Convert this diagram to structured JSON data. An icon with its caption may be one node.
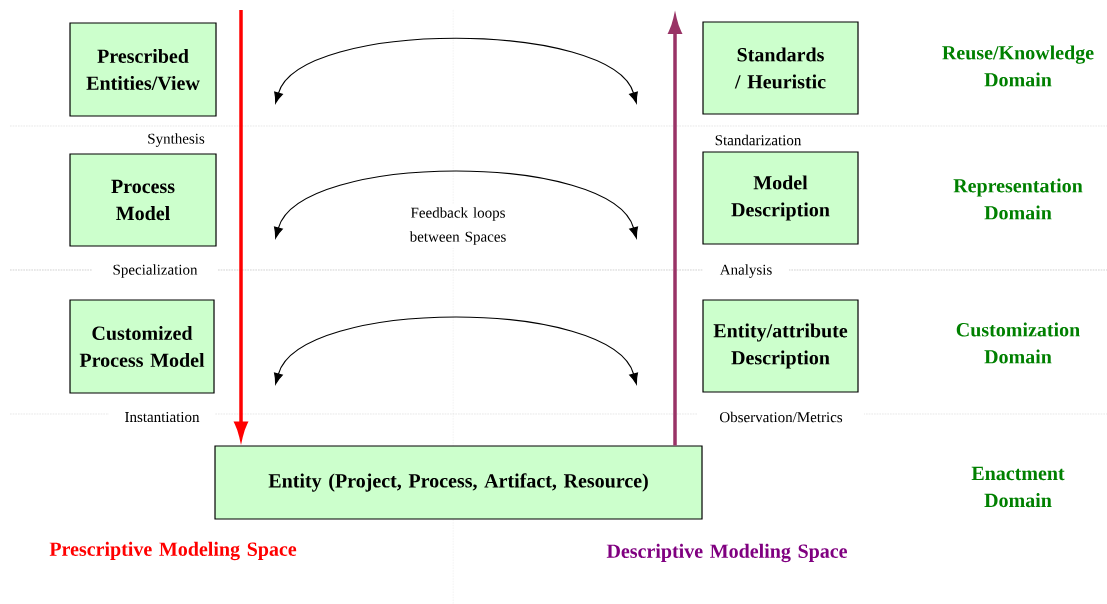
{
  "diagram": {
    "nodes": [
      {
        "text": [
          "Prescribed Entities/View"
        ]
      },
      {
        "text": [
          "Standards / Heuristic"
        ]
      },
      {
        "text": [
          "Process Model"
        ]
      },
      {
        "text": [
          "Model Description"
        ]
      },
      {
        "text": [
          "Customized Process Model"
        ]
      },
      {
        "text": [
          "Entity/attribute Description"
        ]
      },
      {
        "text": [
          "Entity (Project, Process, Artifact, Resource)"
        ]
      }
    ],
    "edges": [
      {
        "from": null,
        "to": 6,
        "arrow": "to",
        "color": "#ff0000"
      },
      {
        "from": 6,
        "to": null,
        "arrow": "to",
        "color": "#993366"
      }
    ],
    "labels": [
      "Reuse/Knowledge Domain",
      "Synthesis",
      "Standarization",
      "Representation Domain",
      "Feedback loops between Spaces",
      "Specialization",
      "Analysis",
      "Customization Domain",
      "Instantiation",
      "Observation/Metrics",
      "Enactment Domain",
      "Prescriptive Modeling Space",
      "Descriptive Modeling Space"
    ]
  }
}
